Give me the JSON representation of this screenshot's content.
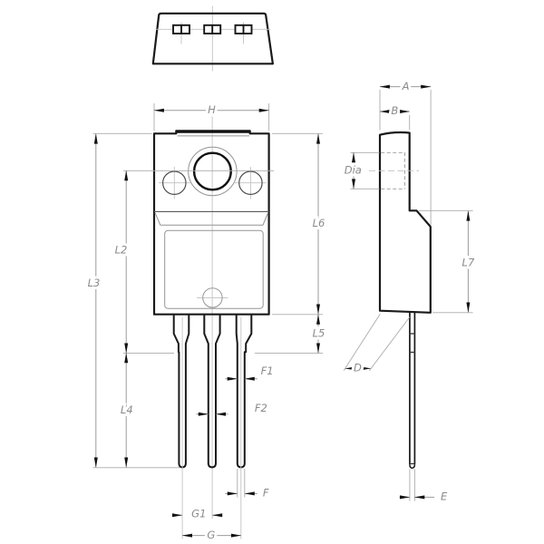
{
  "drawing": {
    "type": "package-outline-drawing",
    "dimension_labels": {
      "H": "H",
      "L2": "L2",
      "L3": "L3",
      "L4": "L4",
      "L5": "L5",
      "L6": "L6",
      "L7": "L7",
      "F1": "F1",
      "F2": "F2",
      "F": "F",
      "G1": "G1",
      "G": "G",
      "A": "A",
      "B": "B",
      "Dia": "Dia",
      "D": "D",
      "E": "E"
    },
    "colors": {
      "background": "#ffffff",
      "outline": "#1a1a1a",
      "dimension_line": "#9b9b9b",
      "centerline": "#c2c2c2",
      "label": "#8a8a8a",
      "arrow": "#111111"
    }
  }
}
